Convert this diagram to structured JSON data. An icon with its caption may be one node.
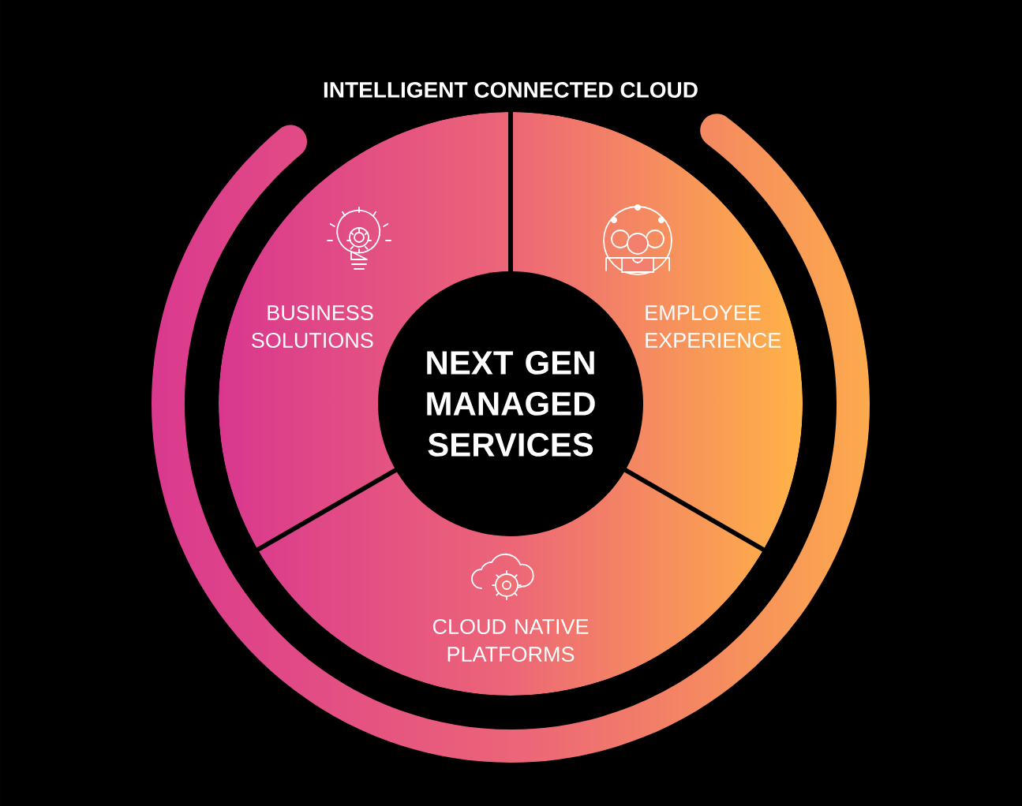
{
  "diagram": {
    "nodes": [
      {
        "text": [
          "INTELLIGENT CONNECTED CLOUD"
        ]
      },
      {
        "text": [
          "BUSINESS SOLUTIONS"
        ]
      },
      {
        "text": [
          "EMPLOYEE EXPERIENCE"
        ]
      },
      {
        "text": [
          "CLOUD NATIVE PLATFORMS"
        ]
      },
      {
        "text": [
          "NEXT GEN MANAGED SERVICES"
        ]
      }
    ]
  }
}
